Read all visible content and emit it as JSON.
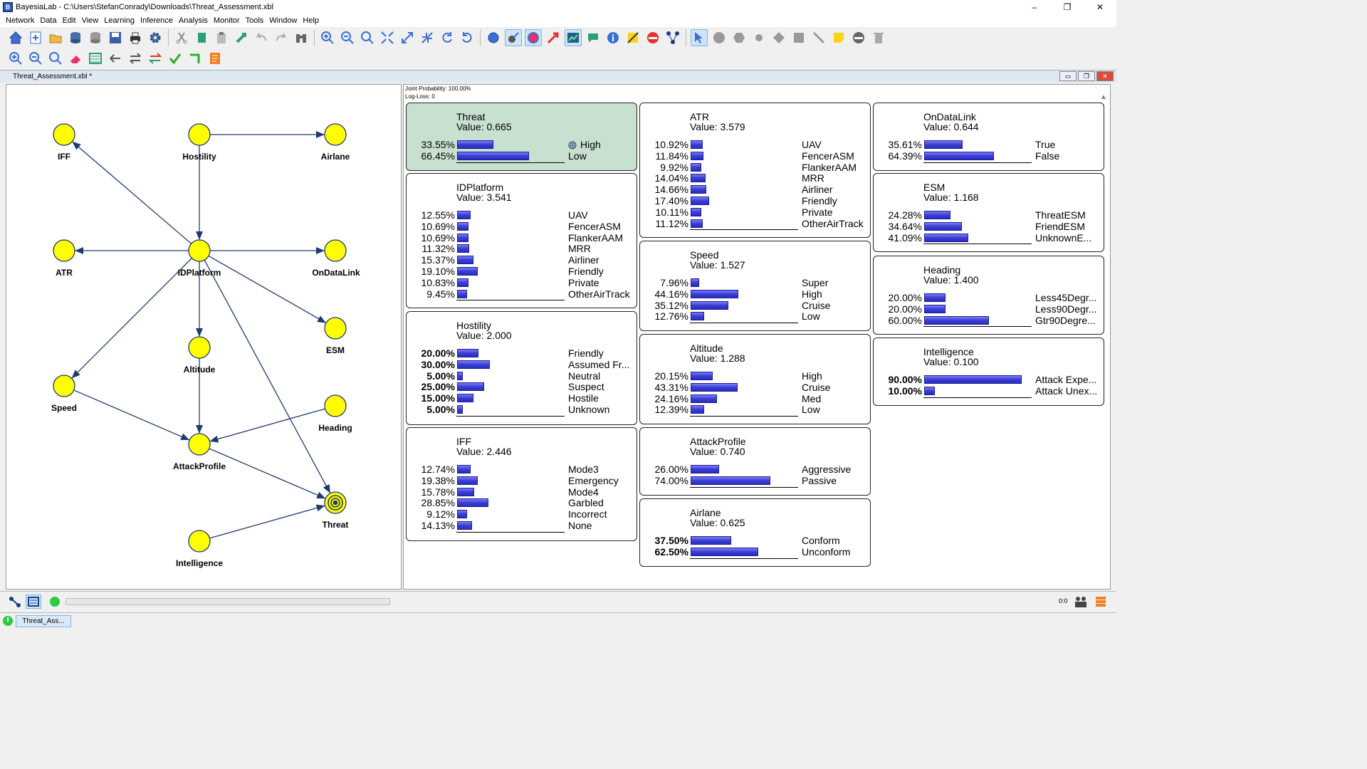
{
  "window": {
    "title": "BayesiaLab - C:\\Users\\StefanConrady\\Downloads\\Threat_Assessment.xbl",
    "minimize": "–",
    "maximize": "❐",
    "close": "✕"
  },
  "menu": [
    "Network",
    "Data",
    "Edit",
    "View",
    "Learning",
    "Inference",
    "Analysis",
    "Monitor",
    "Tools",
    "Window",
    "Help"
  ],
  "document": {
    "tab_title": "Threat_Assessment.xbl *",
    "joint_probability": "Joint Probability: 100.00%",
    "log_loss": "Log-Loss: 0"
  },
  "graph": {
    "nodes": [
      {
        "id": "IFF",
        "label": "IFF"
      },
      {
        "id": "Hostility",
        "label": "Hostility"
      },
      {
        "id": "Airlane",
        "label": "Airlane"
      },
      {
        "id": "ATR",
        "label": "ATR"
      },
      {
        "id": "IDPlatform",
        "label": "IDPlatform"
      },
      {
        "id": "OnDataLink",
        "label": "OnDataLink"
      },
      {
        "id": "ESM",
        "label": "ESM"
      },
      {
        "id": "Altitude",
        "label": "Altitude"
      },
      {
        "id": "Speed",
        "label": "Speed"
      },
      {
        "id": "Heading",
        "label": "Heading"
      },
      {
        "id": "AttackProfile",
        "label": "AttackProfile"
      },
      {
        "id": "Threat",
        "label": "Threat",
        "target": true
      },
      {
        "id": "Intelligence",
        "label": "Intelligence"
      }
    ],
    "edges": [
      [
        "Hostility",
        "Airlane"
      ],
      [
        "Hostility",
        "IDPlatform"
      ],
      [
        "IDPlatform",
        "IFF"
      ],
      [
        "IDPlatform",
        "ATR"
      ],
      [
        "IDPlatform",
        "OnDataLink"
      ],
      [
        "IDPlatform",
        "ESM"
      ],
      [
        "IDPlatform",
        "Altitude"
      ],
      [
        "IDPlatform",
        "Speed"
      ],
      [
        "IDPlatform",
        "Threat"
      ],
      [
        "Altitude",
        "AttackProfile"
      ],
      [
        "Speed",
        "AttackProfile"
      ],
      [
        "Heading",
        "AttackProfile"
      ],
      [
        "AttackProfile",
        "Threat"
      ],
      [
        "Intelligence",
        "Threat"
      ]
    ],
    "node_color": "#ffff00",
    "edge_color": "#1f3a6e"
  },
  "monitors": [
    {
      "id": "Threat",
      "title": "Threat",
      "value": "Value: 0.665",
      "target": true,
      "states": [
        {
          "pct": "33.55%",
          "p": 0.3355,
          "label": "High",
          "evidence_icon": true
        },
        {
          "pct": "66.45%",
          "p": 0.6645,
          "label": "Low"
        }
      ]
    },
    {
      "id": "IDPlatform",
      "title": "IDPlatform",
      "value": "Value: 3.541",
      "states": [
        {
          "pct": "12.55%",
          "p": 0.1255,
          "label": "UAV"
        },
        {
          "pct": "10.69%",
          "p": 0.1069,
          "label": "FencerASM"
        },
        {
          "pct": "10.69%",
          "p": 0.1069,
          "label": "FlankerAAM"
        },
        {
          "pct": "11.32%",
          "p": 0.1132,
          "label": "MRR"
        },
        {
          "pct": "15.37%",
          "p": 0.1537,
          "label": "Airliner"
        },
        {
          "pct": "19.10%",
          "p": 0.191,
          "label": "Friendly"
        },
        {
          "pct": "10.83%",
          "p": 0.1083,
          "label": "Private"
        },
        {
          "pct": "9.45%",
          "p": 0.0945,
          "label": "OtherAirTrack"
        }
      ]
    },
    {
      "id": "Hostility",
      "title": "Hostility",
      "value": "Value: 2.000",
      "bold": true,
      "states": [
        {
          "pct": "20.00%",
          "p": 0.2,
          "label": "Friendly"
        },
        {
          "pct": "30.00%",
          "p": 0.3,
          "label": "Assumed Fr..."
        },
        {
          "pct": "5.00%",
          "p": 0.05,
          "label": "Neutral"
        },
        {
          "pct": "25.00%",
          "p": 0.25,
          "label": "Suspect"
        },
        {
          "pct": "15.00%",
          "p": 0.15,
          "label": "Hostile"
        },
        {
          "pct": "5.00%",
          "p": 0.05,
          "label": "Unknown"
        }
      ]
    },
    {
      "id": "IFF",
      "title": "IFF",
      "value": "Value: 2.446",
      "states": [
        {
          "pct": "12.74%",
          "p": 0.1274,
          "label": "Mode3"
        },
        {
          "pct": "19.38%",
          "p": 0.1938,
          "label": "Emergency"
        },
        {
          "pct": "15.78%",
          "p": 0.1578,
          "label": "Mode4"
        },
        {
          "pct": "28.85%",
          "p": 0.2885,
          "label": "Garbled"
        },
        {
          "pct": "9.12%",
          "p": 0.0912,
          "label": "Incorrect"
        },
        {
          "pct": "14.13%",
          "p": 0.1413,
          "label": "None"
        }
      ]
    },
    {
      "id": "ATR",
      "title": "ATR",
      "value": "Value: 3.579",
      "states": [
        {
          "pct": "10.92%",
          "p": 0.1092,
          "label": "UAV"
        },
        {
          "pct": "11.84%",
          "p": 0.1184,
          "label": "FencerASM"
        },
        {
          "pct": "9.92%",
          "p": 0.0992,
          "label": "FlankerAAM"
        },
        {
          "pct": "14.04%",
          "p": 0.1404,
          "label": "MRR"
        },
        {
          "pct": "14.66%",
          "p": 0.1466,
          "label": "Airliner"
        },
        {
          "pct": "17.40%",
          "p": 0.174,
          "label": "Friendly"
        },
        {
          "pct": "10.11%",
          "p": 0.1011,
          "label": "Private"
        },
        {
          "pct": "11.12%",
          "p": 0.1112,
          "label": "OtherAirTrack"
        }
      ]
    },
    {
      "id": "Speed",
      "title": "Speed",
      "value": "Value: 1.527",
      "states": [
        {
          "pct": "7.96%",
          "p": 0.0796,
          "label": "Super"
        },
        {
          "pct": "44.16%",
          "p": 0.4416,
          "label": "High"
        },
        {
          "pct": "35.12%",
          "p": 0.3512,
          "label": "Cruise"
        },
        {
          "pct": "12.76%",
          "p": 0.1276,
          "label": "Low"
        }
      ]
    },
    {
      "id": "Altitude",
      "title": "Altitude",
      "value": "Value: 1.288",
      "states": [
        {
          "pct": "20.15%",
          "p": 0.2015,
          "label": "High"
        },
        {
          "pct": "43.31%",
          "p": 0.4331,
          "label": "Cruise"
        },
        {
          "pct": "24.16%",
          "p": 0.2416,
          "label": "Med"
        },
        {
          "pct": "12.39%",
          "p": 0.1239,
          "label": "Low"
        }
      ]
    },
    {
      "id": "AttackProfile",
      "title": "AttackProfile",
      "value": "Value: 0.740",
      "states": [
        {
          "pct": "26.00%",
          "p": 0.26,
          "label": "Aggressive"
        },
        {
          "pct": "74.00%",
          "p": 0.74,
          "label": "Passive"
        }
      ]
    },
    {
      "id": "Airlane",
      "title": "Airlane",
      "value": "Value: 0.625",
      "bold": true,
      "states": [
        {
          "pct": "37.50%",
          "p": 0.375,
          "label": "Conform"
        },
        {
          "pct": "62.50%",
          "p": 0.625,
          "label": "Unconform"
        }
      ]
    },
    {
      "id": "OnDataLink",
      "title": "OnDataLink",
      "value": "Value: 0.644",
      "states": [
        {
          "pct": "35.61%",
          "p": 0.3561,
          "label": "True"
        },
        {
          "pct": "64.39%",
          "p": 0.6439,
          "label": "False"
        }
      ]
    },
    {
      "id": "ESM",
      "title": "ESM",
      "value": "Value: 1.168",
      "states": [
        {
          "pct": "24.28%",
          "p": 0.2428,
          "label": "ThreatESM"
        },
        {
          "pct": "34.64%",
          "p": 0.3464,
          "label": "FriendESM"
        },
        {
          "pct": "41.09%",
          "p": 0.4109,
          "label": "UnknownE..."
        }
      ]
    },
    {
      "id": "Heading",
      "title": "Heading",
      "value": "Value: 1.400",
      "states": [
        {
          "pct": "20.00%",
          "p": 0.2,
          "label": "Less45Degr..."
        },
        {
          "pct": "20.00%",
          "p": 0.2,
          "label": "Less90Degr..."
        },
        {
          "pct": "60.00%",
          "p": 0.6,
          "label": "Gtr90Degre..."
        }
      ]
    },
    {
      "id": "Intelligence",
      "title": "Intelligence",
      "value": "Value: 0.100",
      "bold": true,
      "states": [
        {
          "pct": "90.00%",
          "p": 0.9,
          "label": "Attack Expe..."
        },
        {
          "pct": "10.00%",
          "p": 0.1,
          "label": "Attack Unex..."
        }
      ]
    }
  ],
  "status": {
    "ratio": "0:0"
  },
  "taskbar": {
    "task_label": "Threat_Ass..."
  },
  "colors": {
    "bar": "#3a3ed6",
    "target_monitor_bg": "#c8e0d0"
  }
}
